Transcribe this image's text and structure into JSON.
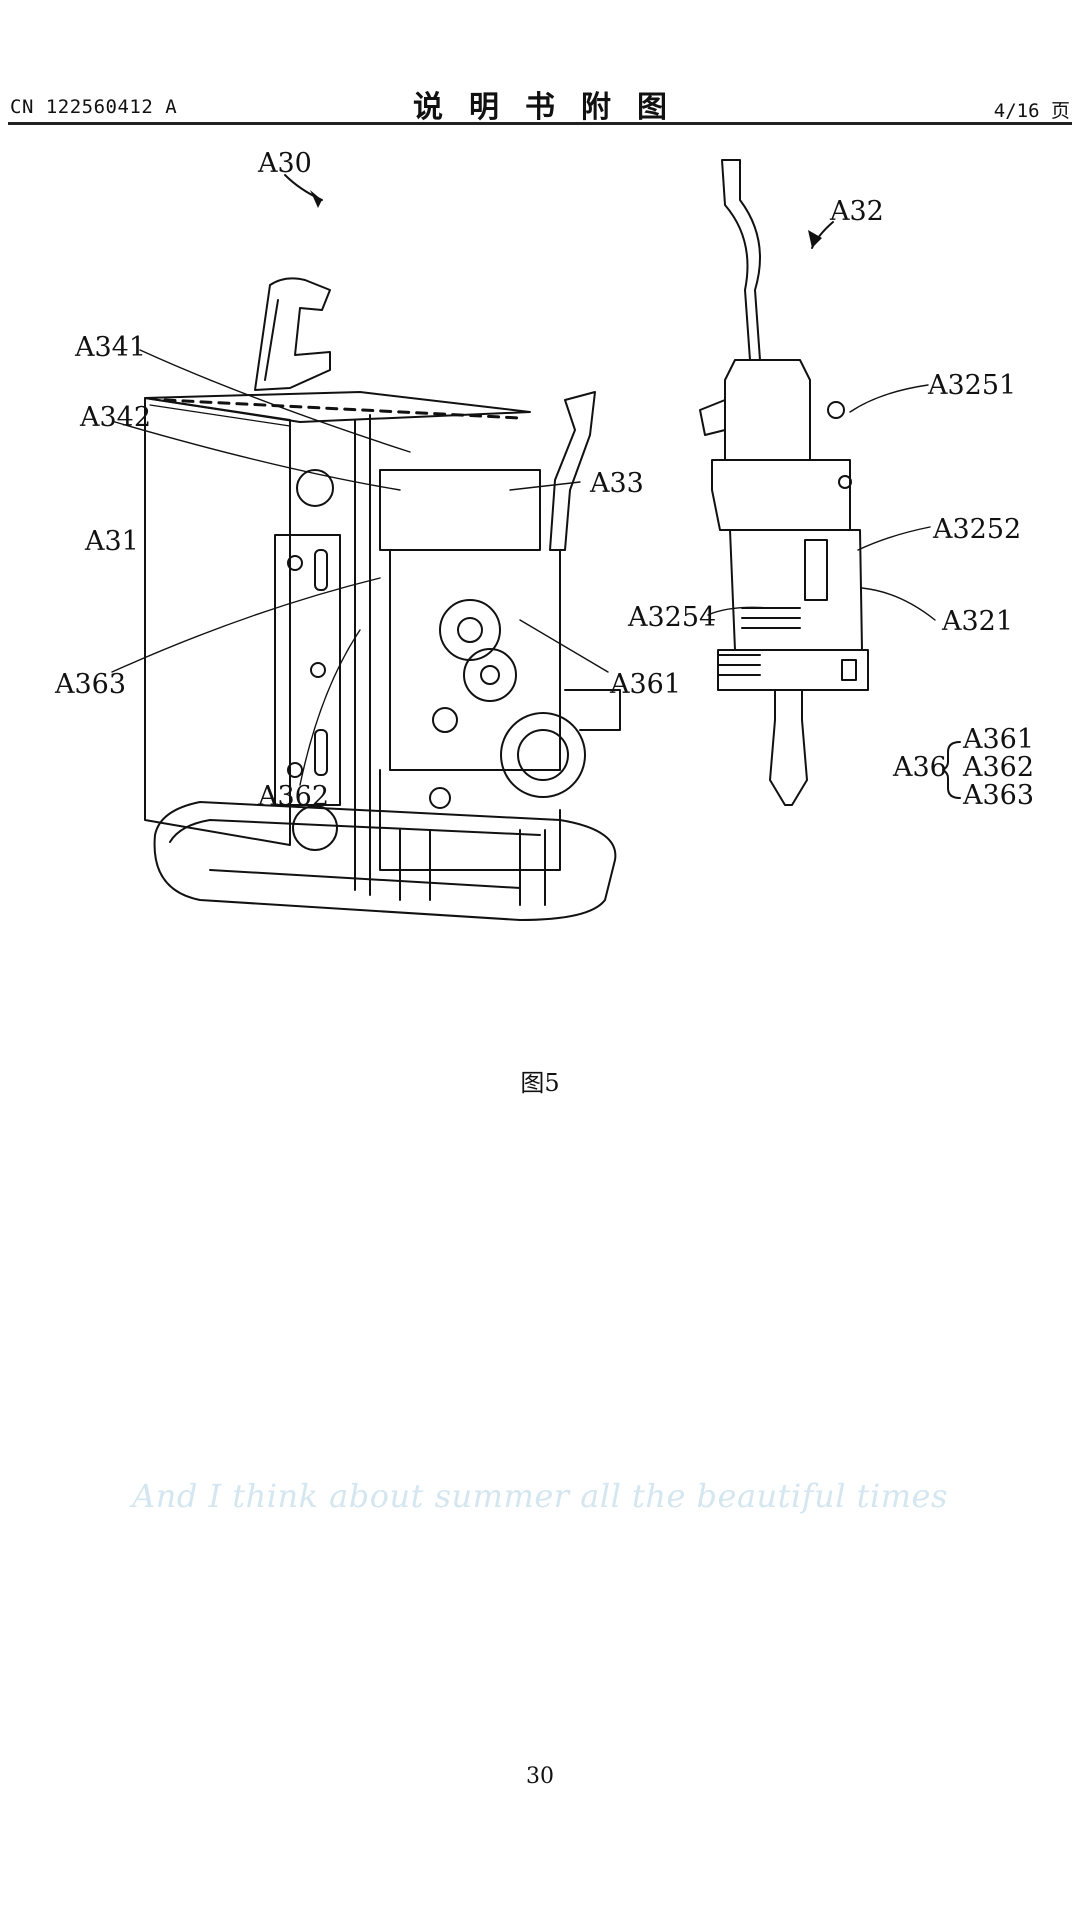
{
  "header": {
    "publication_number": "CN 122560412 A",
    "section_title": "说明书附图",
    "page_of_total": "4/16 页"
  },
  "figure": {
    "labels": {
      "a30": "A30",
      "a32": "A32",
      "a341": "A341",
      "a342": "A342",
      "a33": "A33",
      "a31": "A31",
      "a363_left": "A363",
      "a362_left": "A362",
      "a361_left": "A361",
      "a3251": "A3251",
      "a3252": "A3252",
      "a3254": "A3254",
      "a321": "A321",
      "a36": "A36",
      "a361_group": "A361",
      "a362_group": "A362",
      "a363_group": "A363"
    },
    "caption": "图5"
  },
  "overlay": {
    "lyric": "And I think about summer all the beautiful times"
  },
  "footer": {
    "page_number": "30"
  },
  "colors": {
    "ink": "#111111",
    "rule": "#222222",
    "lyric": "#d4e6f0"
  }
}
